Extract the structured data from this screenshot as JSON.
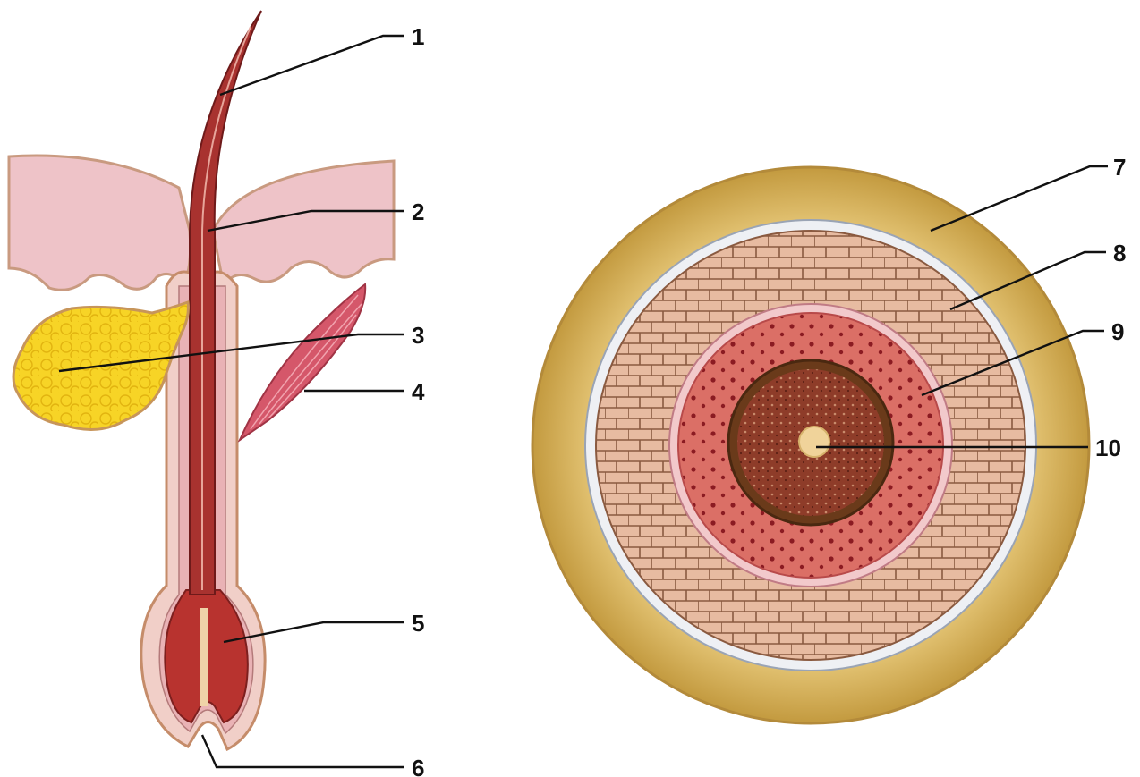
{
  "labels": {
    "l1": "1",
    "l2": "2",
    "l3": "3",
    "l4": "4",
    "l5": "5",
    "l6": "6",
    "l7": "7",
    "l8": "8",
    "l9": "9",
    "l10": "10"
  },
  "colors": {
    "skin": "#eec3c8",
    "skin_edge": "#c99a80",
    "hair": "#a8322f",
    "hair_dark": "#7d1f1e",
    "gland": "#f5d21e",
    "muscle": "#d5576a",
    "outer_ring": "#d8b45a",
    "cell_layer": "#e6b79e",
    "inner_red": "#d9685f",
    "core": "#8a3b2b",
    "medulla": "#f0d39a"
  }
}
